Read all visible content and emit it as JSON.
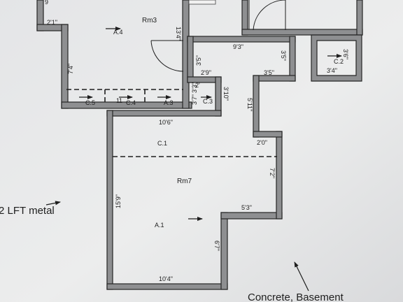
{
  "rooms": {
    "rm3": "Rm3",
    "rm7": "Rm7"
  },
  "areas": {
    "a4": "A.4",
    "a3": "A.3",
    "c4": "C.4",
    "c5": "C.5",
    "c3": "C.3",
    "c2": "C.2",
    "c1": "C.1",
    "a1": "A.1",
    "split_b": "1",
    "split_c": "1"
  },
  "dimensions": {
    "d_2_1": "2'1\"",
    "d_13_4": "13'4\"",
    "d_7_4": "7'4\"",
    "d_9_3": "9'3\"",
    "d_3_5_top": "3'5\"",
    "d_3_5_left": "3'5\"",
    "d_2_9": "2'9\"",
    "d_3_5_mid": "3'5\"",
    "d_3_10": "3'10\"",
    "d_2_small": "2'",
    "d_3_3": "3'3\"",
    "d_3_7": "3'7\"",
    "d_5_11": "5'11\"",
    "d_10_6": "10'6\"",
    "d_2_0": "2'0\"",
    "d_7_2": "7'2\"",
    "d_15_9": "15'9\"",
    "d_5_3": "5'3\"",
    "d_6_7": "6'7\"",
    "d_10_4": "10'4\"",
    "d_3_4": "3'4\"",
    "d_3_6": "3'6\"",
    "d_partial_top": "9"
  },
  "notes": {
    "lft_metal": "2 LFT metal",
    "concrete": "Concrete, Basement"
  },
  "colors": {
    "paper": "#e9eaeb",
    "wall_fill": "#8e8f91",
    "wall_edge": "#262626",
    "ink": "#1e1e1e"
  }
}
